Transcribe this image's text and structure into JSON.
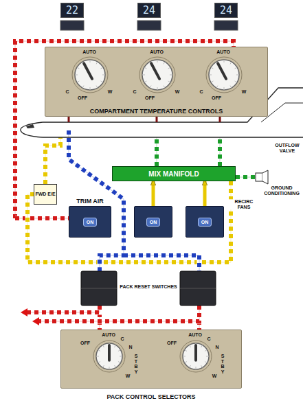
{
  "diagram": {
    "nodes": [
      {
        "text": [
          "22"
        ]
      },
      {
        "text": [
          "24"
        ]
      },
      {
        "text": [
          "24"
        ]
      },
      {
        "text": [
          "COMPARTMENT TEMPERATURE CONTROLS"
        ]
      },
      {
        "text": [
          "FWD E/E"
        ]
      },
      {
        "text": [
          "MIX MANIFOLD"
        ]
      },
      {
        "text": [
          "TRIM AIR",
          "ON"
        ]
      },
      {
        "text": [
          "ON"
        ]
      },
      {
        "text": [
          "ON"
        ]
      },
      {
        "text": [
          "PACK CONTROL SELECTORS"
        ]
      }
    ],
    "edges": [
      {
        "from": 7,
        "to": 5,
        "arrow": "to"
      },
      {
        "from": 8,
        "to": 5,
        "arrow": "to"
      }
    ],
    "labels": [
      "AUTO",
      "C",
      "OFF",
      "W",
      "AUTO",
      "C",
      "OFF",
      "W",
      "AUTO",
      "C",
      "OFF",
      "W",
      "OUTFLOW VALVE",
      "GROUND CONDITIONING",
      "RECIRC FANS",
      "PACK RESET SWITCHES",
      "OFF",
      "AUTO",
      "N",
      "STBY",
      "W",
      "C",
      "OFF",
      "AUTO",
      "N",
      "STBY",
      "W",
      "C"
    ]
  }
}
